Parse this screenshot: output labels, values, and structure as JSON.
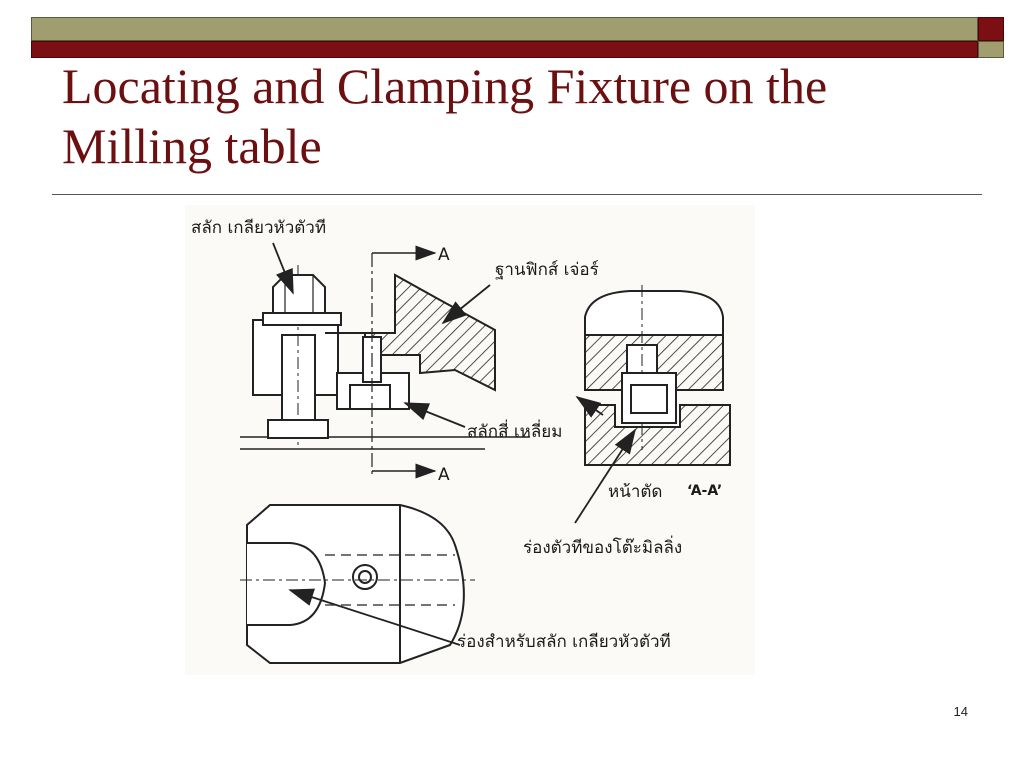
{
  "slide": {
    "title": "Locating and Clamping Fixture on the Milling table",
    "page_number": "14",
    "colors": {
      "olive": "#a09e6e",
      "maroon": "#7b0f13",
      "title": "#6b0f10"
    }
  },
  "figure": {
    "labels": {
      "stud_bolt": "สลัก เกลียวหัวตัวที",
      "section_mark": "A",
      "fixture_base": "ฐานฟิกส์ เจ่อร์",
      "square_key": "สลักสี่ เหลี่ยม",
      "section_view": "หน้าตัด",
      "section_view_code": "‘A-A’",
      "table_t_slot": "ร่องตัวทีของโต๊ะมิลลิ่ง",
      "bolt_slot": "ร่องสำหรับสลัก เกลียวหัวตัวที"
    }
  }
}
